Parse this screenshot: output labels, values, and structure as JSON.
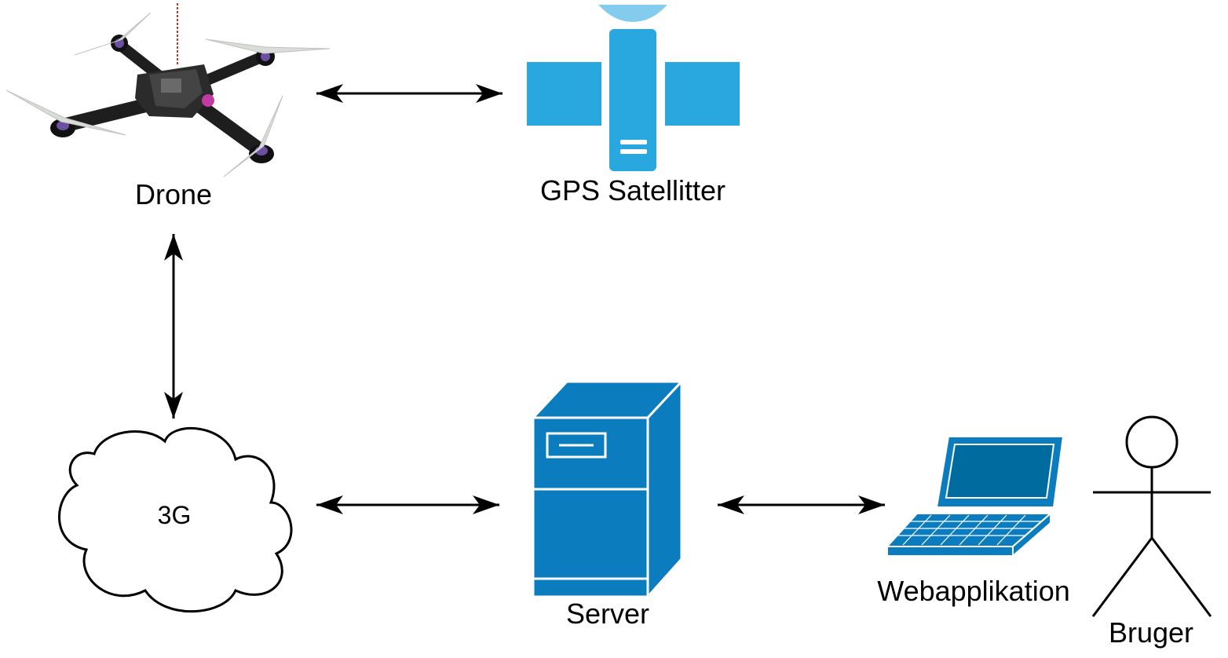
{
  "nodes": {
    "drone": {
      "label": "Drone",
      "icon": "drone-icon"
    },
    "gps": {
      "label": "GPS Satellitter",
      "icon": "satellite-icon"
    },
    "network": {
      "label": "3G",
      "icon": "cloud-icon"
    },
    "server": {
      "label": "Server",
      "icon": "server-icon"
    },
    "webapp": {
      "label": "Webapplikation",
      "icon": "laptop-icon"
    },
    "user": {
      "label": "Bruger",
      "icon": "stick-figure-icon"
    }
  },
  "connections": [
    {
      "from": "drone",
      "to": "gps",
      "direction": "bidirectional"
    },
    {
      "from": "drone",
      "to": "network",
      "direction": "bidirectional"
    },
    {
      "from": "network",
      "to": "server",
      "direction": "bidirectional"
    },
    {
      "from": "server",
      "to": "webapp",
      "direction": "bidirectional"
    }
  ],
  "colors": {
    "satellite": "#29A8E0",
    "satellite_dish": "#84CCEE",
    "server": "#0B7DBE",
    "laptop": "#0B7DBE",
    "laptop_screen": "#006B9E",
    "arrow": "#000000",
    "drone_frame": "#1E1E1E"
  }
}
